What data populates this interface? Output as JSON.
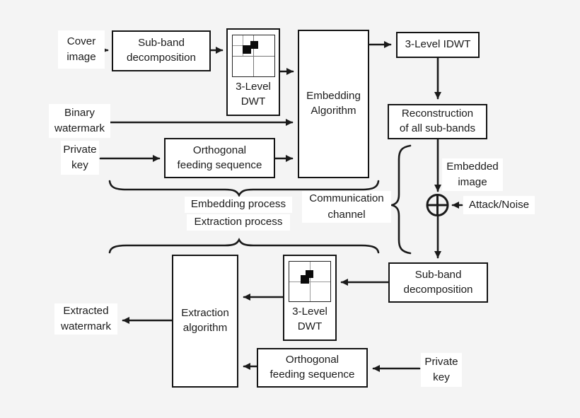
{
  "colors": {
    "background": "#f4f4f4",
    "stroke": "#1a1a1a",
    "node_fill": "#ffffff"
  },
  "boxes": {
    "subband_top": "Sub-band\ndecomposition",
    "dwt_top": "3-Level\nDWT",
    "embedding": "Embedding\nAlgorithm",
    "idwt": "3-Level IDWT",
    "reconstruction": "Reconstruction\nof all sub-bands",
    "orthogonal_top": "Orthogonal\nfeeding sequence",
    "subband_bottom": "Sub-band\ndecomposition",
    "dwt_bottom": "3-Level\nDWT",
    "extraction": "Extraction\nalgorithm",
    "orthogonal_bottom": "Orthogonal\nfeeding sequence"
  },
  "labels": {
    "cover_image": "Cover\nimage",
    "binary_watermark": "Binary\nwatermark",
    "private_key_top": "Private\nkey",
    "embedded_image": "Embedded\nimage",
    "attack_noise": "Attack/Noise",
    "communication_channel": "Communication\nchannel",
    "embedding_process": "Embedding process",
    "extraction_process": "Extraction process",
    "extracted_watermark": "Extracted\nwatermark",
    "private_key_bottom": "Private\nkey"
  }
}
